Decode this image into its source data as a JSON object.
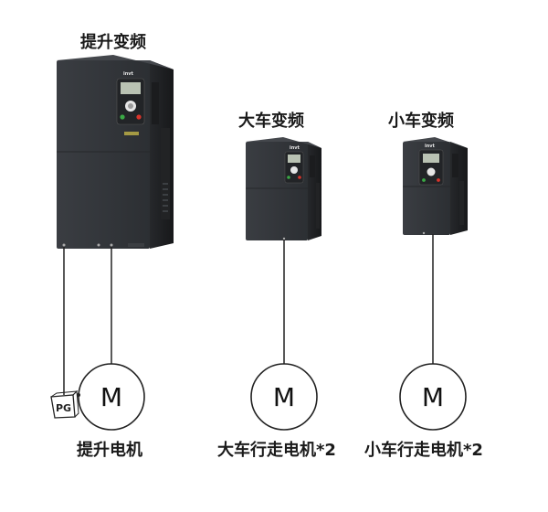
{
  "diagram": {
    "inverters": [
      {
        "id": "hoist",
        "label": "提升变频",
        "brand": "invt"
      },
      {
        "id": "bridge",
        "label": "大车变频",
        "brand": "invt"
      },
      {
        "id": "trolley",
        "label": "小车变频",
        "brand": "invt"
      }
    ],
    "motors": [
      {
        "id": "hoist",
        "symbol": "M",
        "label": "提升电机"
      },
      {
        "id": "bridge",
        "symbol": "M",
        "label": "大车行走电机*2"
      },
      {
        "id": "trolley",
        "symbol": "M",
        "label": "小车行走电机*2"
      }
    ],
    "encoder": {
      "label": "PG"
    },
    "colors": {
      "housing": "#33363a",
      "housing_side": "#1f2124",
      "line": "#222222",
      "keypad_red": "#d9342b",
      "keypad_green": "#3aa845"
    }
  }
}
